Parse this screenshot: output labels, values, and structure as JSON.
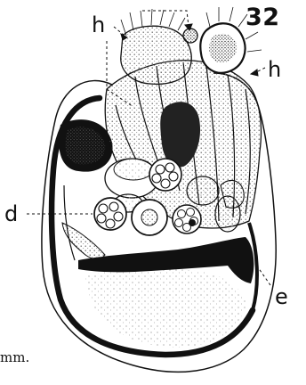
{
  "figure": {
    "number": "32",
    "scale_text": "mm."
  },
  "labels": {
    "h_top": "h",
    "h_right": "h",
    "d": "d",
    "e": "e"
  },
  "colors": {
    "ink": "#111111",
    "paper": "#ffffff",
    "stipple": "#8a8a8a"
  }
}
